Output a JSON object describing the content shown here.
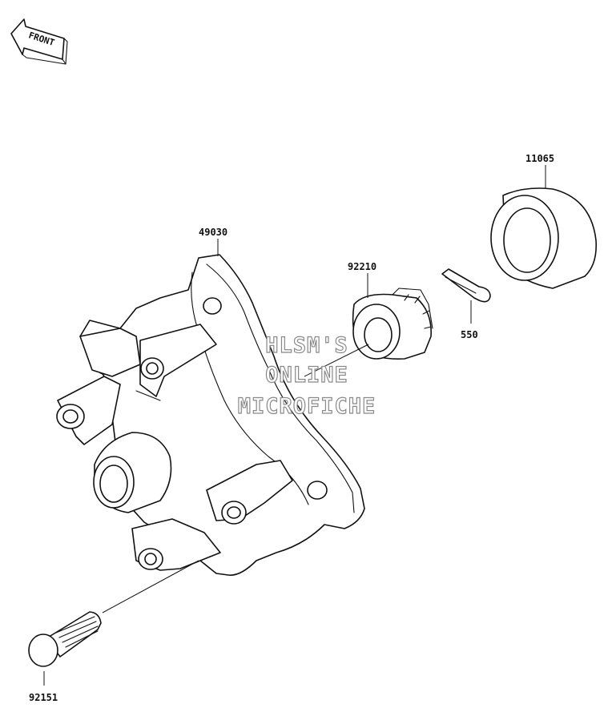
{
  "direction_indicator": {
    "label": "FRONT"
  },
  "parts": [
    {
      "number": "49030"
    },
    {
      "number": "92210"
    },
    {
      "number": "11065"
    },
    {
      "number": "550"
    },
    {
      "number": "92151"
    }
  ],
  "watermark": {
    "lines": [
      "HLSM'S",
      "ONLINE",
      "MICROFICHE"
    ]
  },
  "colors": {
    "line": "#111111",
    "background": "#ffffff",
    "watermark_outline": "#8a8a8a"
  }
}
